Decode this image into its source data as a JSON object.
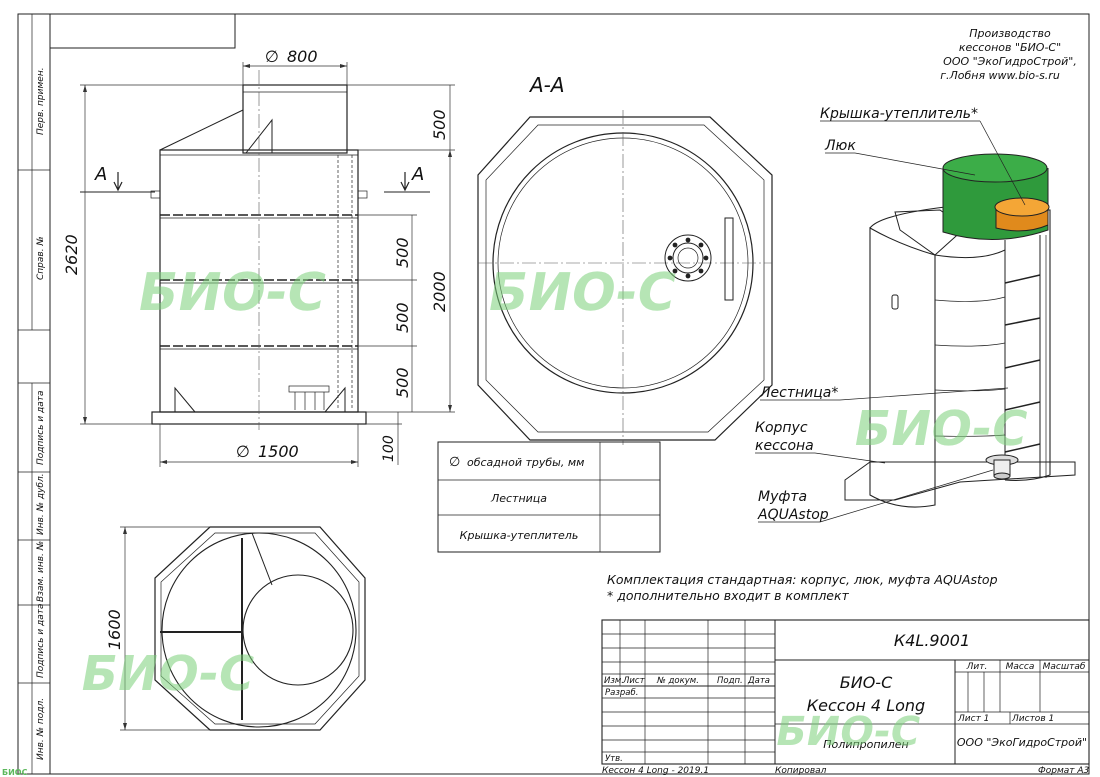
{
  "producer": {
    "line1": "Производство",
    "line2": "кессонов \"БИО-С\"",
    "line3": "ООО \"ЭкоГидроСтрой\",",
    "line4": "г.Лобня   www.bio-s.ru"
  },
  "dims": {
    "d800": "800",
    "d500top": "500",
    "d2620": "2620",
    "d2000": "2000",
    "d500a": "500",
    "d500b": "500",
    "d500c": "500",
    "d100": "100",
    "d1500": "1500",
    "d1600": "1600",
    "diam_sign": "∅"
  },
  "section": {
    "label": "A-A",
    "markLeft": "А",
    "markRight": "А"
  },
  "watermark": "БИО-С",
  "callouts": {
    "lid": "Крышка-утеплитель*",
    "hatch": "Люк",
    "ladder": "Лестница*",
    "body1": "Корпус",
    "body2": "кессона",
    "coupling1": "Муфта",
    "coupling2": "AQUAstop"
  },
  "optionsTable": {
    "rows": [
      "обсадной трубы, мм",
      "Лестница",
      "Крышка-утеплитель"
    ],
    "diam_sign": "∅"
  },
  "notes": {
    "line1": "Комплектация стандартная: корпус, люк, муфта AQUAstop",
    "line2": "* дополнительно входит в комплект"
  },
  "sideLabels": [
    "Перв. примен.",
    "Справ. №",
    "Подпись и дата",
    "Инв. № дубл.",
    "Взам. инв. №",
    "Подпись и дата",
    "Инв. № подл."
  ],
  "titleBlock": {
    "code": "К4L.9001",
    "name1": "БИО-С",
    "name2": "Кессон 4 Long",
    "material": "Полипропилен",
    "company": "ООО \"ЭкоГидроСтрой\"",
    "lit": "Лит.",
    "mass": "Масса",
    "scale": "Масштаб",
    "sheet": "Лист 1",
    "sheets": "Листов 1",
    "izm": "Изм.",
    "list": "Лист",
    "docnum": "№ докум.",
    "podp": "Подп.",
    "date": "Дата",
    "razrab": "Разраб.",
    "utv": "Утв."
  },
  "footer": {
    "left": "Кессон 4 Long - 2019.1",
    "copy": "Копировал",
    "format": "Формат А3",
    "logo": "БИОС"
  }
}
